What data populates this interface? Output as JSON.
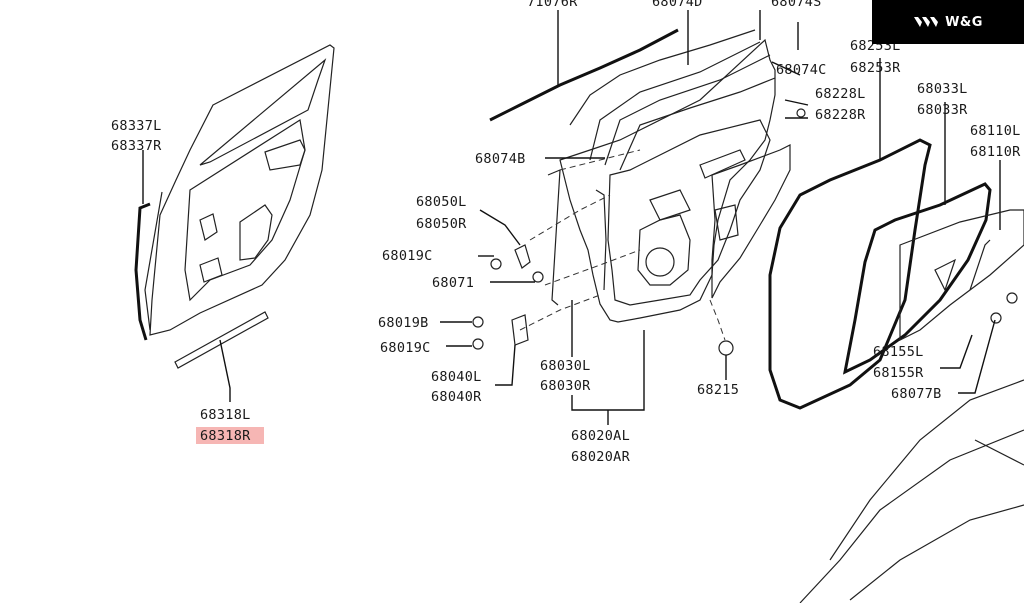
{
  "brand": {
    "logo_text": "W&G"
  },
  "labels": {
    "p71076R": "71076R",
    "p68074D": "68074D",
    "p68074S": "68074S",
    "p68253L": "68253L",
    "p68253R": "68253R",
    "p68074C": "68074C",
    "p68228L": "68228L",
    "p68228R": "68228R",
    "p68033L": "68033L",
    "p68033R": "68033R",
    "p68110L": "68110L",
    "p68110R": "68110R",
    "p68337L": "68337L",
    "p68337R": "68337R",
    "p68074B": "68074B",
    "p68050L": "68050L",
    "p68050R": "68050R",
    "p68019C_a": "68019C",
    "p68071": "68071",
    "p68019B": "68019B",
    "p68019C_b": "68019C",
    "p68040L": "68040L",
    "p68040R": "68040R",
    "p68030L": "68030L",
    "p68030R": "68030R",
    "p68020AL": "68020AL",
    "p68020AR": "68020AR",
    "p68215": "68215",
    "p68155L": "68155L",
    "p68155R": "68155R",
    "p68077B": "68077B",
    "p68318L": "68318L",
    "p68318R": "68318R"
  },
  "highlight_color": "#f6b6b4"
}
